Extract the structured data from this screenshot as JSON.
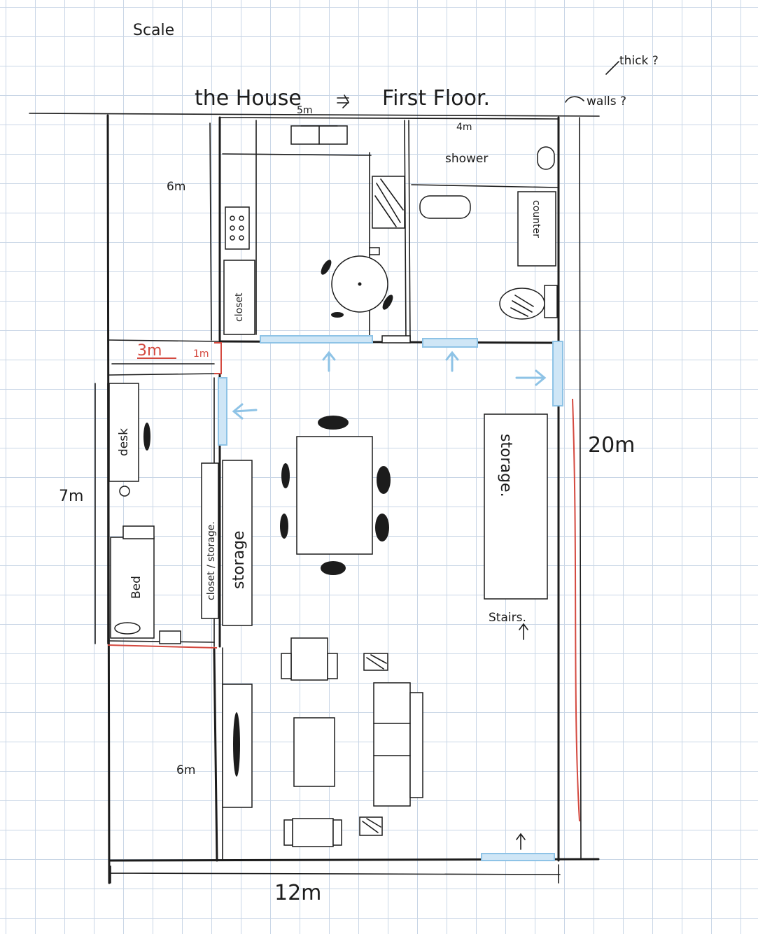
{
  "sketch": {
    "scale_note": "Scale",
    "title": "the House",
    "floor_label": "First Floor.",
    "thick_note": "thick ?",
    "walls_note": "walls ?",
    "dim_top_kitchen": "5m",
    "dim_top_bath": "4m",
    "dim_upper_left": "6m",
    "dim_bedroom_width": "3m",
    "dim_bedroom_wall": "1m",
    "dim_bedroom_height": "7m",
    "dim_lower_left": "6m",
    "dim_total_height": "20m",
    "dim_total_width": "12m"
  },
  "labels": {
    "closet": "closet",
    "shower": "shower",
    "counter": "counter",
    "desk": "desk",
    "bed": "Bed",
    "closet_storage": "closet / storage.",
    "storage_left": "storage",
    "storage_right": "storage.",
    "stairs": "Stairs."
  },
  "colors": {
    "ink": "#1c1c1c",
    "annotation_red": "#d4493f",
    "door_blue": "#8ec3e6",
    "grid": "#c9d6e6"
  }
}
